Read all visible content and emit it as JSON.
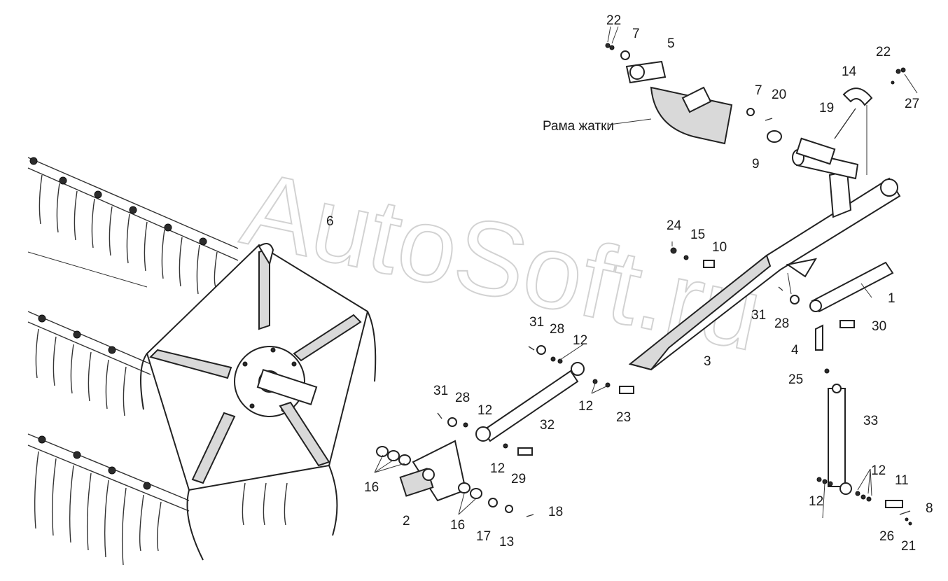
{
  "watermark": "AutoSoft.ru",
  "frame_label": "Рама жатки",
  "callouts": {
    "p1": "1",
    "p2": "2",
    "p3": "3",
    "p4": "4",
    "p5": "5",
    "p6": "6",
    "p7a": "7",
    "p7b": "7",
    "p8": "8",
    "p9": "9",
    "p10": "10",
    "p11": "11",
    "p12a": "12",
    "p12b": "12",
    "p12c": "12",
    "p12d": "12",
    "p12e": "12",
    "p12f": "12",
    "p13": "13",
    "p14": "14",
    "p15": "15",
    "p16a": "16",
    "p16b": "16",
    "p17": "17",
    "p18": "18",
    "p19": "19",
    "p20": "20",
    "p21": "21",
    "p22a": "22",
    "p22b": "22",
    "p23": "23",
    "p24": "24",
    "p25": "25",
    "p26": "26",
    "p27": "27",
    "p28a": "28",
    "p28b": "28",
    "p28c": "28",
    "p29": "29",
    "p30": "30",
    "p31a": "31",
    "p31b": "31",
    "p31c": "31",
    "p32": "32",
    "p33": "33"
  }
}
